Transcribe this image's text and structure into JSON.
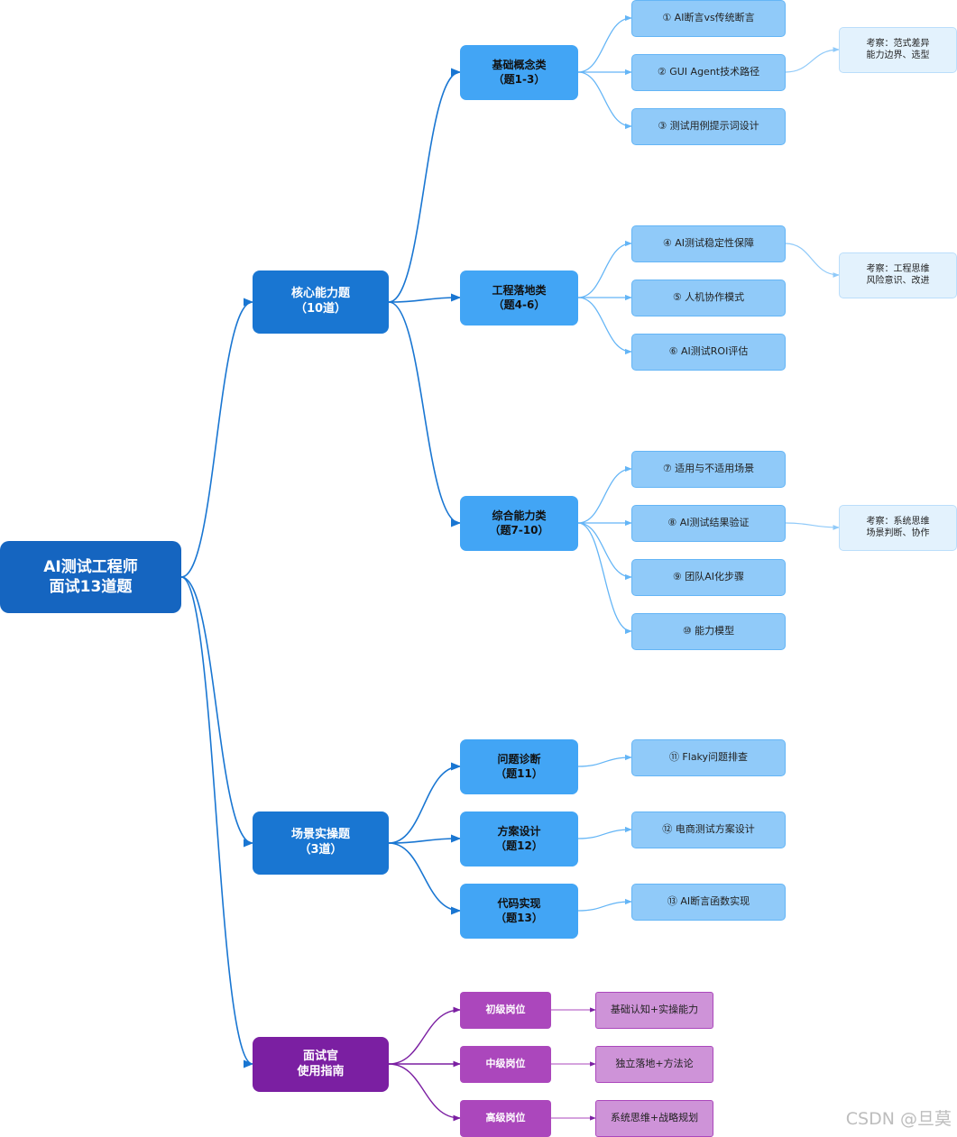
{
  "root": {
    "line1": "AI测试工程师",
    "line2": "面试13道题"
  },
  "core": {
    "title": "核心能力题",
    "count": "（10道）",
    "groups": [
      {
        "name": "基础概念类",
        "range": "（题1-3）",
        "items": [
          "① AI断言vs传统断言",
          "② GUI Agent技术路径",
          "③ 测试用例提示词设计"
        ],
        "note": {
          "line1": "考察：范式差异",
          "line2": "能力边界、选型"
        }
      },
      {
        "name": "工程落地类",
        "range": "（题4-6）",
        "items": [
          "④ AI测试稳定性保障",
          "⑤ 人机协作模式",
          "⑥ AI测试ROI评估"
        ],
        "note": {
          "line1": "考察：工程思维",
          "line2": "风险意识、改进"
        }
      },
      {
        "name": "综合能力类",
        "range": "（题7-10）",
        "items": [
          "⑦ 适用与不适用场景",
          "⑧ AI测试结果验证",
          "⑨ 团队AI化步骤",
          "⑩ 能力模型"
        ],
        "note": {
          "line1": "考察：系统思维",
          "line2": "场景判断、协作"
        }
      }
    ]
  },
  "scenario": {
    "title": "场景实操题",
    "count": "（3道）",
    "groups": [
      {
        "name": "问题诊断",
        "range": "（题11）",
        "item": "⑪ Flaky问题排查"
      },
      {
        "name": "方案设计",
        "range": "（题12）",
        "item": "⑫ 电商测试方案设计"
      },
      {
        "name": "代码实现",
        "range": "（题13）",
        "item": "⑬ AI断言函数实现"
      }
    ]
  },
  "guide": {
    "line1": "面试官",
    "line2": "使用指南",
    "levels": [
      {
        "name": "初级岗位",
        "req": "基础认知+实操能力"
      },
      {
        "name": "中级岗位",
        "req": "独立落地+方法论"
      },
      {
        "name": "高级岗位",
        "req": "系统思维+战略规划"
      }
    ]
  },
  "colors": {
    "edge_blue": "#1976d2",
    "edge_light": "#64b5f6",
    "edge_note": "#90caf9",
    "edge_purple": "#7b1fa2"
  },
  "watermark": "CSDN @旦莫"
}
